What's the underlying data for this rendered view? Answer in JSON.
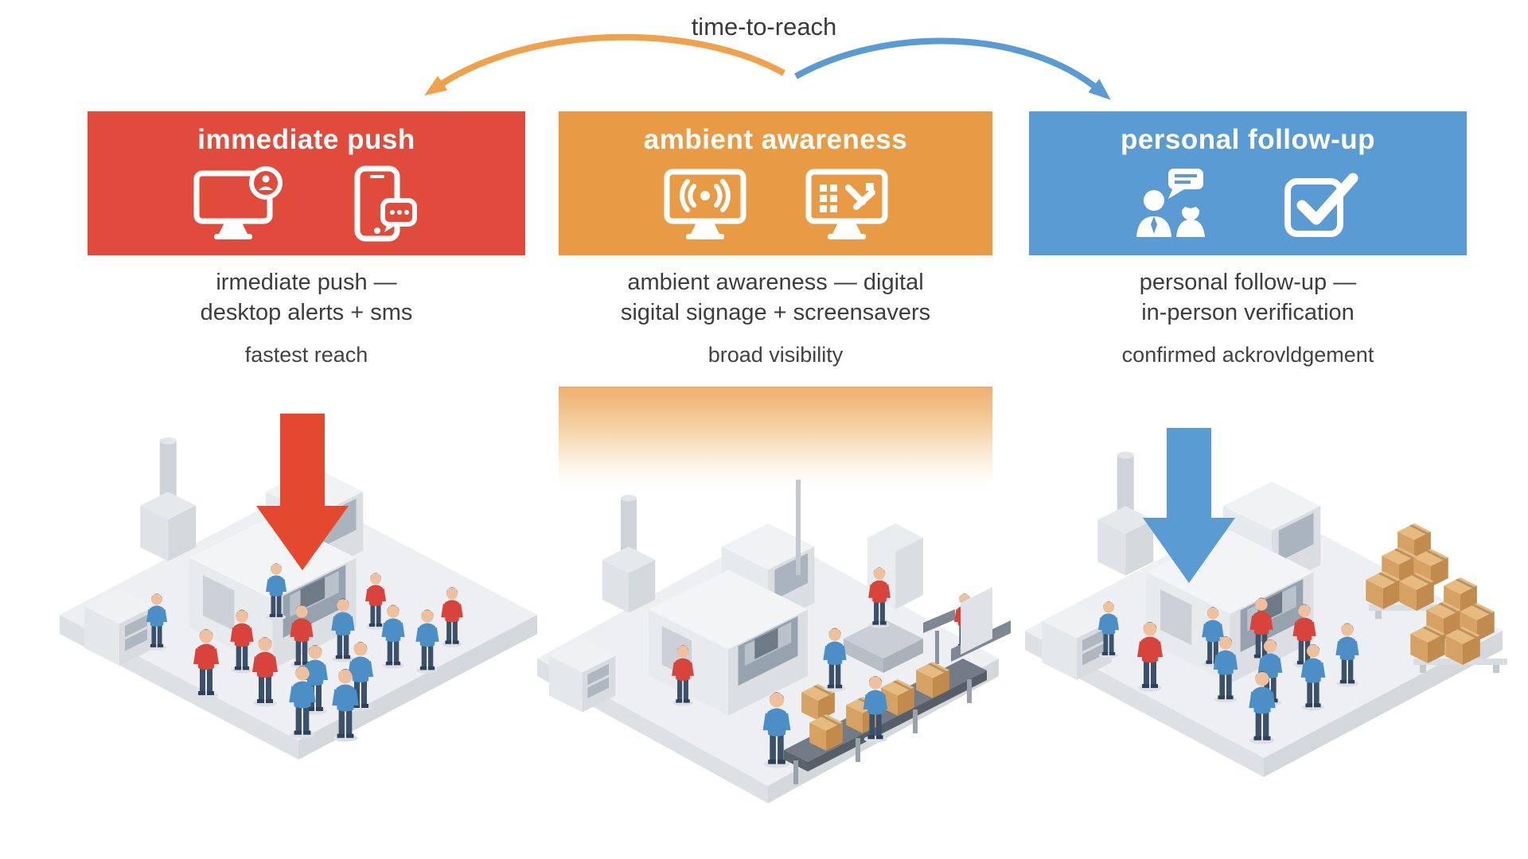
{
  "title": "time-to-reach",
  "colors": {
    "header_red": "#E14B3B",
    "header_orange": "#E89B44",
    "header_blue": "#5B9BD3",
    "arc_orange": "#EFA14C",
    "arc_blue": "#5B9BD3",
    "scene_arrow_red": "#E4482F",
    "scene_arrow_blue": "#5B9BD3"
  },
  "columns": [
    {
      "id": "immediate-push",
      "header": "immediate push",
      "icons": [
        "desktop-alert-icon",
        "phone-sms-icon"
      ],
      "caption_line1": "irmediate push —",
      "caption_line2": "desktop alerts + sms",
      "benefit": "fastest reach"
    },
    {
      "id": "ambient-awareness",
      "header": "ambient awareness",
      "icons": [
        "signage-broadcast-icon",
        "screensaver-grid-icon"
      ],
      "caption_line1": "ambient awareness — digital",
      "caption_line2": "sigital signage + screensavers",
      "benefit": "broad visibility"
    },
    {
      "id": "personal-follow-up",
      "header": "personal follow-up",
      "icons": [
        "people-conversation-icon",
        "checkbox-check-icon"
      ],
      "caption_line1": "personal follow-up —",
      "caption_line2": "in-person verification",
      "benefit": "confirmed ackrovldgement"
    }
  ]
}
